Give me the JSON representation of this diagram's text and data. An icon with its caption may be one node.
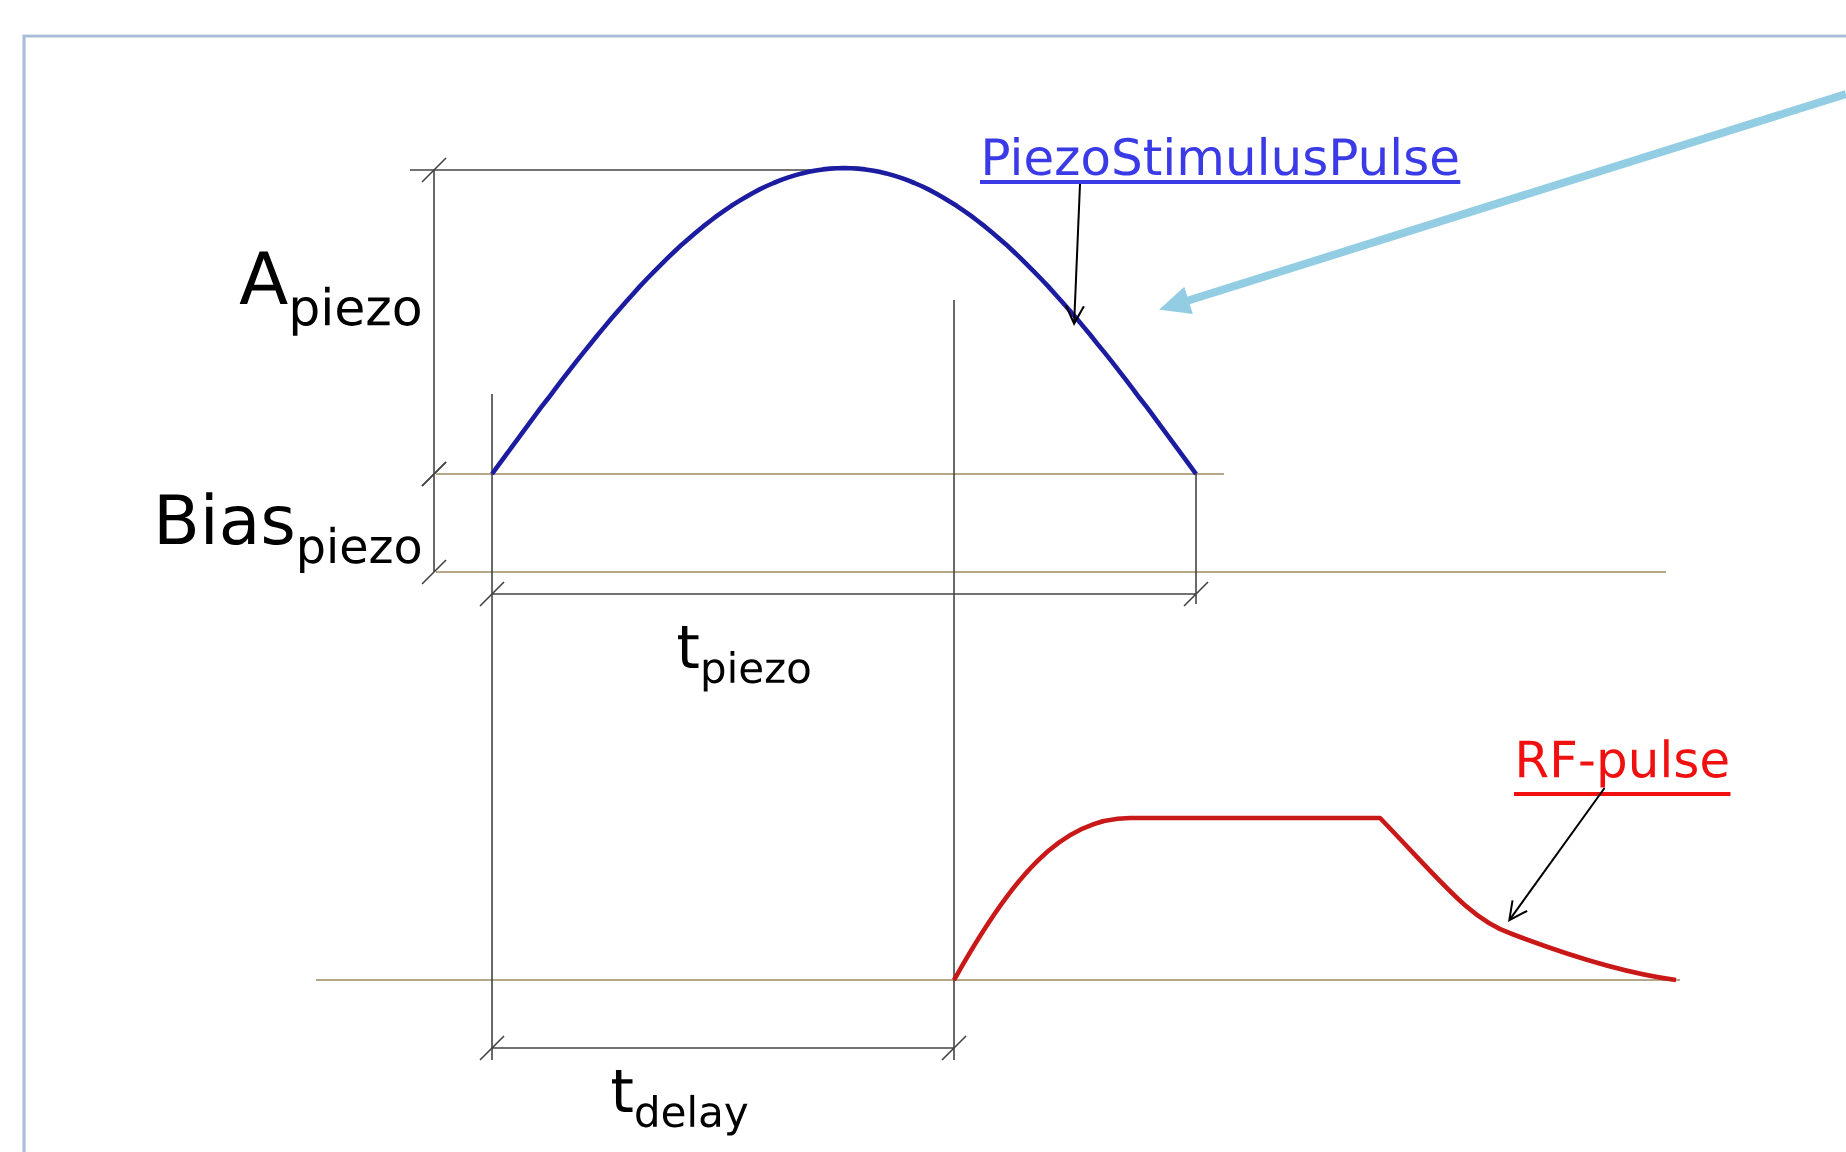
{
  "diagram": {
    "nodes": [
      {
        "text": [
          "PiezoStimulusPulse"
        ]
      },
      {
        "text": [],
        "shape": "curve"
      },
      {
        "text": [
          "RF-pulse"
        ]
      },
      {
        "text": [],
        "shape": "curve"
      }
    ],
    "edges": [
      {
        "from": 0,
        "to": 1,
        "arrow": "to"
      },
      {
        "from": 2,
        "to": 3,
        "arrow": "to"
      },
      {
        "from": null,
        "to": 1,
        "arrow": "to",
        "style": "thick",
        "color": "#92cde3"
      }
    ],
    "labels": [
      "A$_{piezo}$",
      "Bias$_{piezo}$",
      "t$_{piezo}$",
      "t$_{delay}$"
    ]
  }
}
